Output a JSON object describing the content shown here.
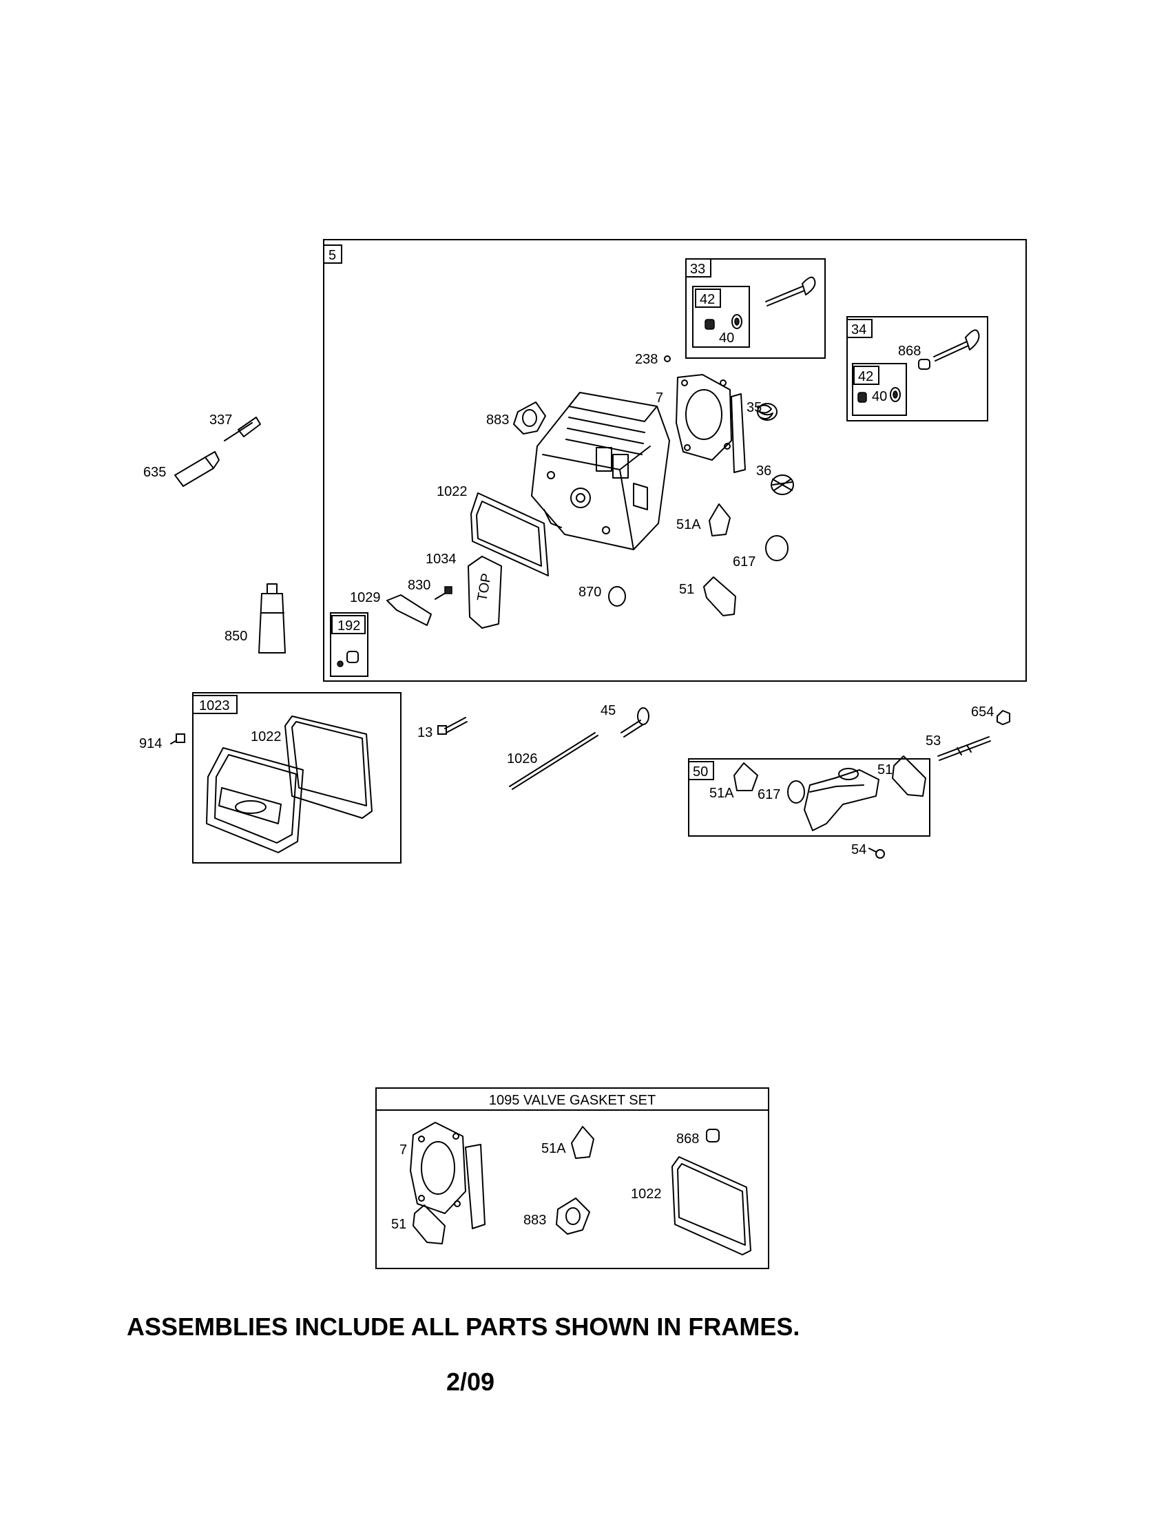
{
  "frames": {
    "cylinder_head": "5",
    "exhaust_valve": "33",
    "intake_valve": "34",
    "keeper_33": "42",
    "keeper_34": "42",
    "stud_kit": "192",
    "rocker_cover": "1023",
    "intake_manifold": "50"
  },
  "callouts": {
    "c337": "337",
    "c635": "635",
    "c850": "850",
    "c238": "238",
    "c40a": "40",
    "c868a": "868",
    "c40b": "40",
    "c883a": "883",
    "c7a": "7",
    "c35": "35",
    "c36": "36",
    "c1022a": "1022",
    "c51Aa": "51A",
    "c617a": "617",
    "c1034": "1034",
    "c830": "830",
    "c1029": "1029",
    "c870": "870",
    "c51a": "51",
    "c914": "914",
    "c1022b": "1022",
    "c13": "13",
    "c45": "45",
    "c1026": "1026",
    "c654": "654",
    "c53": "53",
    "c51Ab": "51A",
    "c617b": "617",
    "c51b": "51",
    "c54": "54",
    "c7b": "7",
    "c51Ac": "51A",
    "c868b": "868",
    "c1022c": "1022",
    "c51c": "51",
    "c883b": "883"
  },
  "kit_title": "1095 VALVE GASKET SET",
  "stamp_top": "TOP",
  "footer_note": "ASSEMBLIES INCLUDE ALL PARTS SHOWN IN FRAMES.",
  "footer_date": "2/09"
}
